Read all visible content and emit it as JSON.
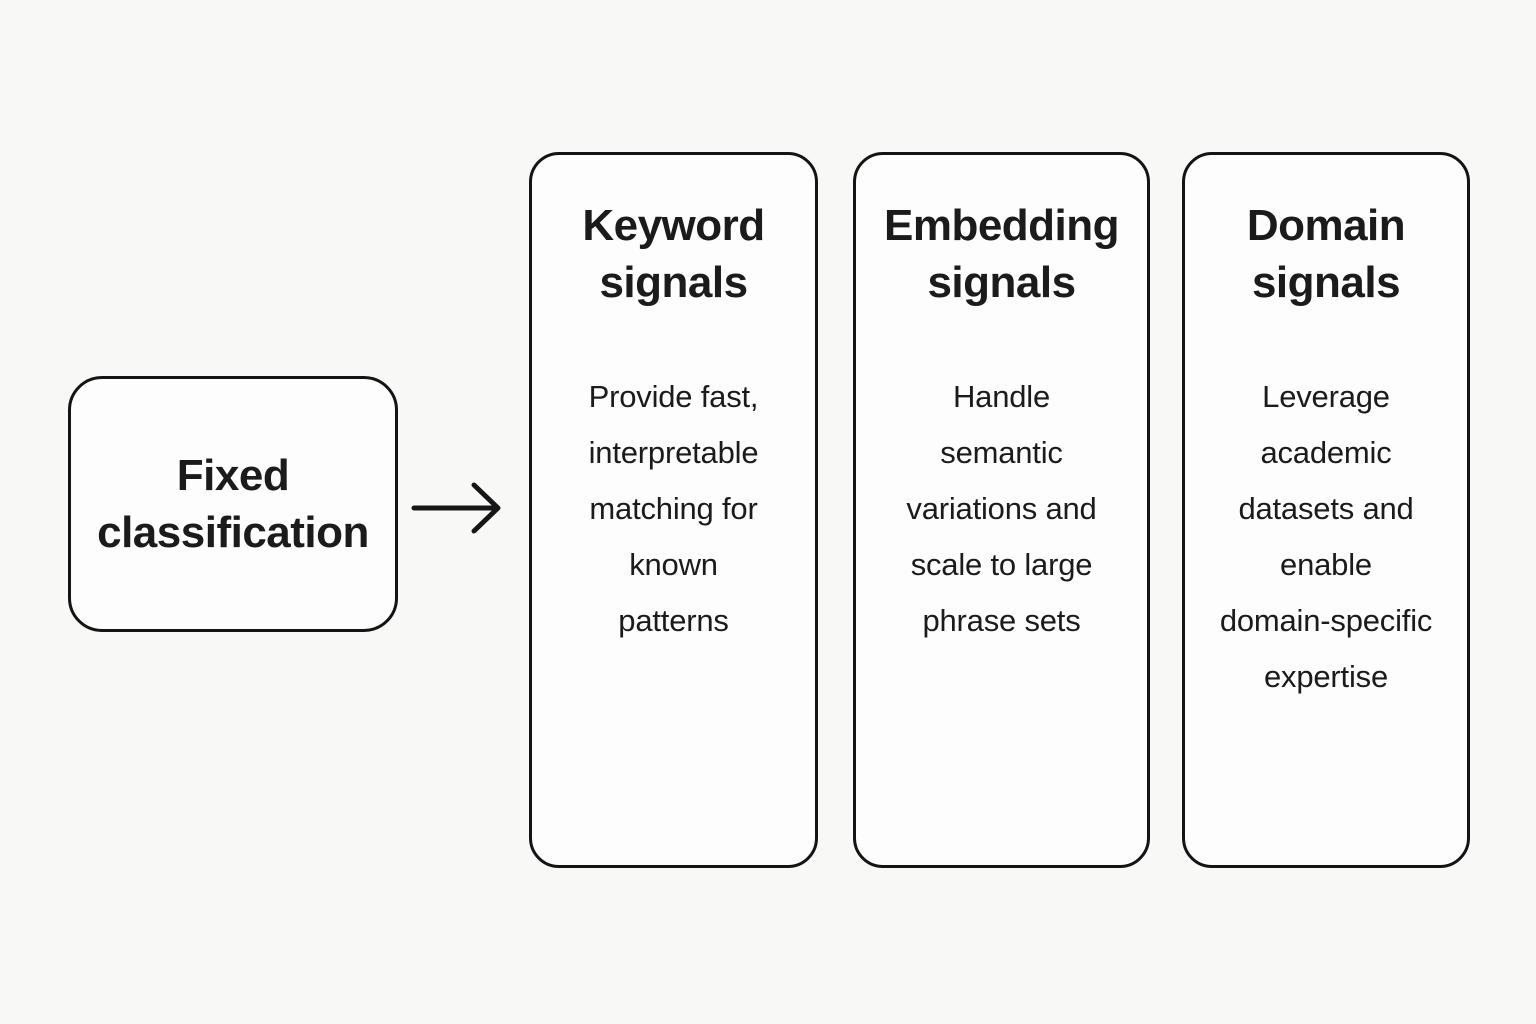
{
  "diagram": {
    "colors": {
      "background": "#f8f8f7",
      "box_fill": "#fdfdfd",
      "border": "#141414",
      "text": "#1b1b1b"
    },
    "source_box": {
      "label": "Fixed\nclassification"
    },
    "arrow": {
      "icon": "right-arrow",
      "direction": "right"
    },
    "columns": [
      {
        "title": "Keyword\nsignals",
        "body": "Provide fast,\ninterpretable\nmatching for\nknown\npatterns"
      },
      {
        "title": "Embedding\nsignals",
        "body": "Handle\nsemantic\nvariations and\nscale to large\nphrase sets"
      },
      {
        "title": "Domain\nsignals",
        "body": "Leverage\nacademic\ndatasets and\nenable\ndomain-specific\nexpertise"
      }
    ]
  }
}
